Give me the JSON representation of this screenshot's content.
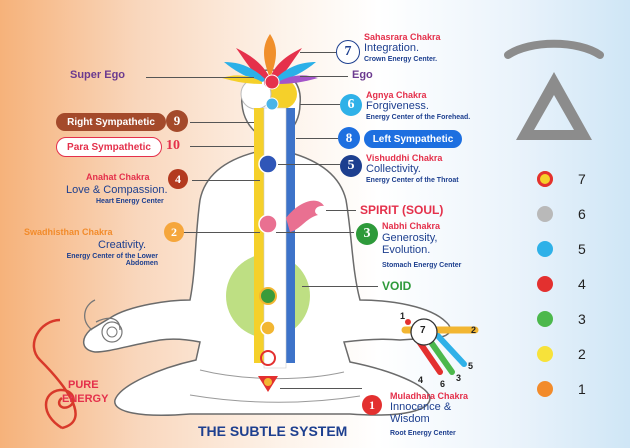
{
  "title": "THE SUBTLE SYSTEM",
  "colors": {
    "red": "#e4304b",
    "blue": "#1d3f8f",
    "green": "#2e9a3a",
    "orange": "#f28b2b",
    "brown": "#a44a2b"
  },
  "chakras": [
    {
      "num": "7",
      "name": "Sahasrara Chakra",
      "quality": "Integration.",
      "center": "Crown Energy Center."
    },
    {
      "num": "6",
      "name": "Agnya Chakra",
      "quality": "Forgiveness.",
      "center": "Energy Center of the Forehead."
    },
    {
      "num": "5",
      "name": "Vishuddhi Chakra",
      "quality": "Collectivity.",
      "center": "Energy Center of the Throat"
    },
    {
      "num": "4",
      "name": "Anahat Chakra",
      "quality": "Love & Compassion.",
      "center": "Heart Energy Center"
    },
    {
      "num": "3",
      "name": "Nabhi Chakra",
      "quality": "Generosity, Evolution.",
      "center": "Stomach Energy Center"
    },
    {
      "num": "2",
      "name": "Swadhisthan Chakra",
      "quality": "Creativity.",
      "center": "Energy Center of the Lower Abdomen"
    },
    {
      "num": "1",
      "name": "Muladhara Chakra",
      "quality": "Innocence & Wisdom",
      "center": "Root Energy Center"
    }
  ],
  "channels": [
    {
      "num": "8",
      "label": "Left Sympathetic"
    },
    {
      "num": "9",
      "label": "Right Sympathetic"
    },
    {
      "num": "10",
      "label": "Para Sympathetic"
    }
  ],
  "labels": {
    "super_ego": "Super Ego",
    "ego": "Ego",
    "spirit": "SPIRIT (SOUL)",
    "void": "VOID",
    "pure": "PURE",
    "energy": "ENERGY"
  },
  "hand_numbers": [
    "1",
    "2",
    "3",
    "4",
    "5",
    "6",
    "7"
  ],
  "legend": [
    {
      "num": "7",
      "color": "#f5d02a"
    },
    {
      "num": "6",
      "color": "#b9b9b9"
    },
    {
      "num": "5",
      "color": "#2fb1e8"
    },
    {
      "num": "4",
      "color": "#e3302f"
    },
    {
      "num": "3",
      "color": "#4cb84c"
    },
    {
      "num": "2",
      "color": "#f7e23a"
    },
    {
      "num": "1",
      "color": "#f28b2b"
    }
  ]
}
